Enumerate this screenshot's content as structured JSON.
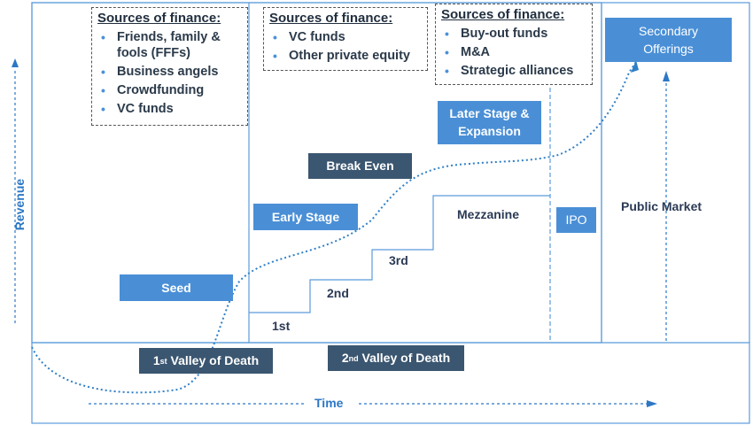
{
  "axes": {
    "y_label": "Revenue",
    "x_label": "Time"
  },
  "sources": [
    {
      "title": "Sources of finance:",
      "items": [
        "Friends, family &",
        "fools (FFFs)",
        "Business angels",
        "Crowdfunding",
        "VC funds"
      ],
      "bullets": [
        true,
        false,
        true,
        true,
        true
      ]
    },
    {
      "title": "Sources of finance:",
      "items": [
        "VC funds",
        "Other private equity"
      ]
    },
    {
      "title": "Sources of finance:",
      "items": [
        "Buy-out funds",
        "M&A",
        "Strategic alliances"
      ]
    }
  ],
  "stages": {
    "seed": "Seed",
    "early_stage": "Early Stage",
    "break_even": "Break Even",
    "later_stage_line1": "Later Stage &",
    "later_stage_line2": "Expansion",
    "ipo": "IPO",
    "secondary_line1": "Secondary",
    "secondary_line2": "Offerings",
    "public_market": "Public Market",
    "mezzanine": "Mezzanine"
  },
  "rounds": {
    "first": "1st",
    "second": "2nd",
    "third": "3rd"
  },
  "valleys": {
    "first_num": "1",
    "first_sup": "st",
    "first_text": "Valley of Death",
    "second_num": "2",
    "second_sup": "nd",
    "second_text": "Valley of Death"
  },
  "colors": {
    "light_box": "#4a8fd6",
    "dark_box": "#3b5670",
    "line": "#4a90d9",
    "curve": "#2f7fc6"
  }
}
